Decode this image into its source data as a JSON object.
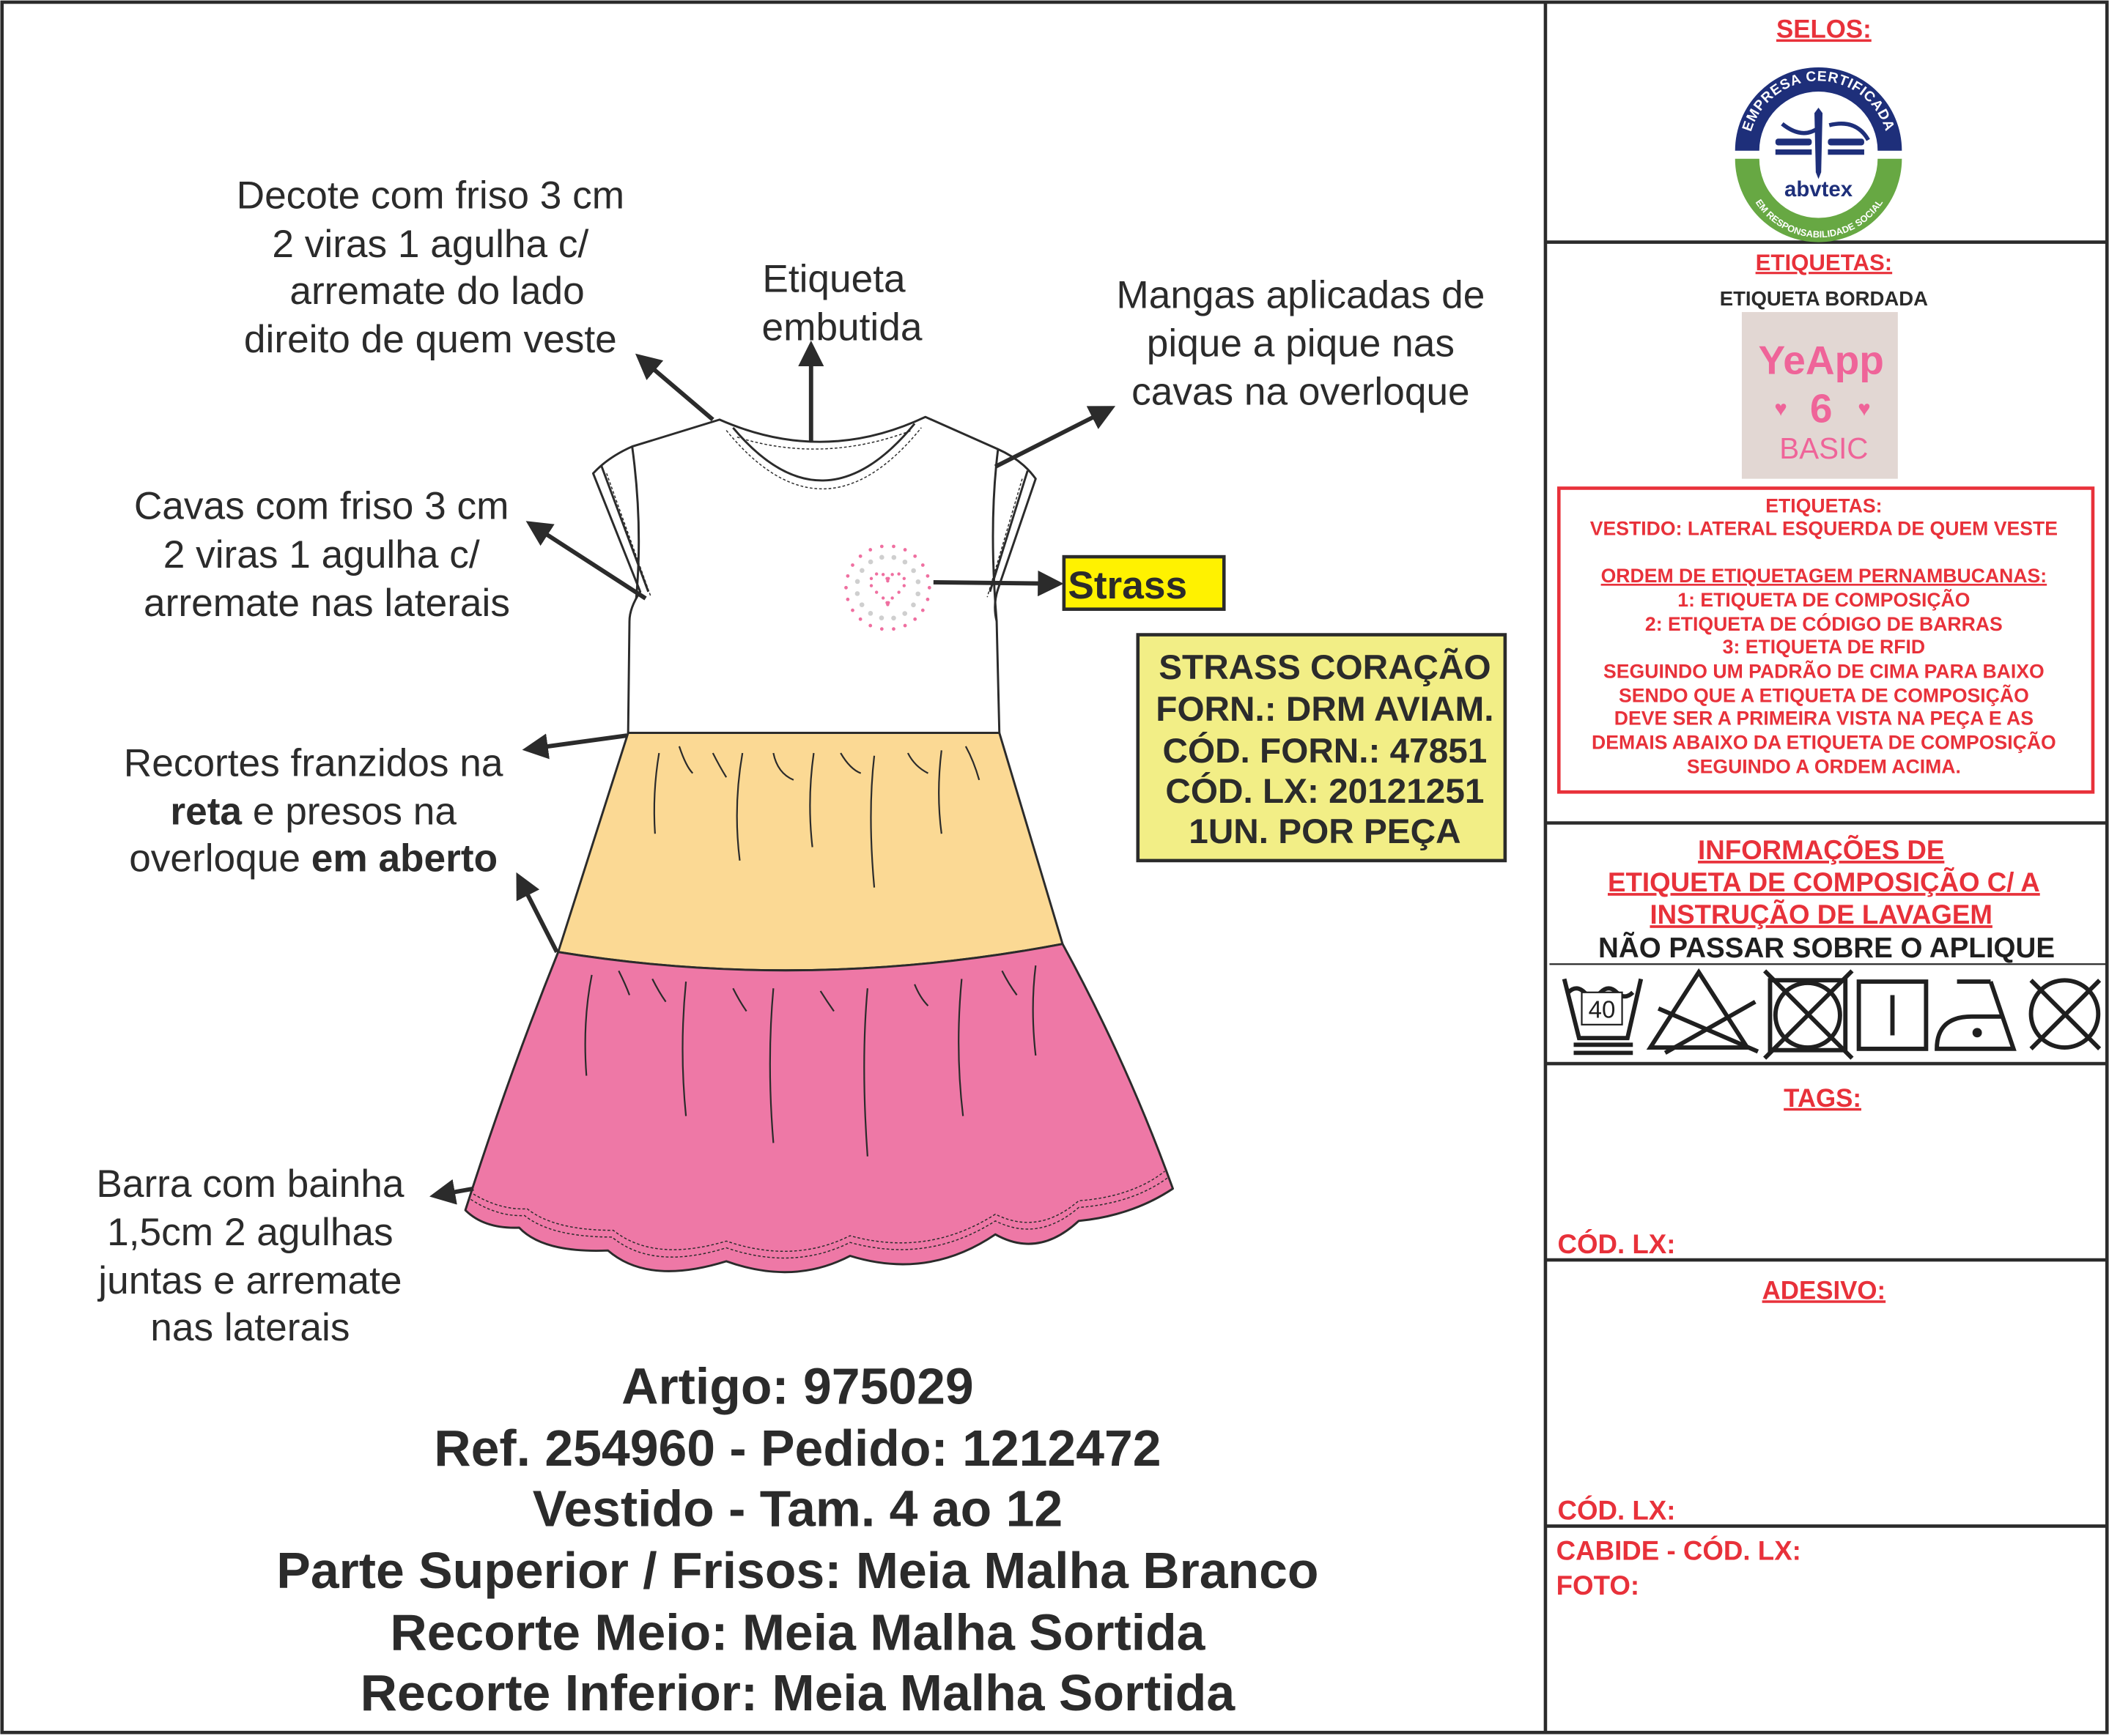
{
  "annotations": {
    "decote": [
      "Decote com friso 3 cm",
      "2 viras 1 agulha c/",
      "arremate do lado",
      "direito de quem veste"
    ],
    "etiqueta": [
      "Etiqueta",
      "embutida"
    ],
    "mangas": [
      "Mangas aplicadas de",
      "pique a pique nas",
      "cavas na overloque"
    ],
    "cavas": [
      "Cavas com friso 3 cm",
      "2 viras 1 agulha c/",
      "arremate nas laterais"
    ],
    "recortes": {
      "line1": "Recortes franzidos na",
      "line2_bold": "reta",
      "line2_rest": " e presos na",
      "line3_start": "overloque ",
      "line3_bold": "em aberto"
    },
    "barra": [
      "Barra com bainha",
      "1,5cm 2 agulhas",
      "juntas e arremate",
      "nas laterais"
    ],
    "strass_label": "Strass"
  },
  "strass_info": [
    "STRASS CORAÇÃO",
    "FORN.: DRM AVIAM.",
    "CÓD. FORN.: 47851",
    "CÓD. LX: 20121251",
    "1UN. POR PEÇA"
  ],
  "product": {
    "artigo": "Artigo: 975029",
    "ref": "Ref. 254960 - Pedido: 1212472",
    "vestido": "Vestido - Tam. 4 ao 12",
    "parte_superior": "Parte Superior / Frisos: Meia Malha Branco",
    "recorte_meio": "Recorte Meio: Meia Malha Sortida",
    "recorte_inferior": "Recorte Inferior: Meia Malha Sortida"
  },
  "panel": {
    "selos_title": "SELOS:",
    "seal": {
      "top": "EMPRESA CERTIFICADA",
      "brand": "abvtex",
      "bottom": "EM RESPONSABILIDADE SOCIAL"
    },
    "etiquetas_title": "ETIQUETAS:",
    "etiqueta_bordada": "ETIQUETA BORDADA",
    "label_art": {
      "brand": "YeApp",
      "size": "6",
      "line": "BASIC"
    },
    "label_box": [
      "ETIQUETAS:",
      "VESTIDO: LATERAL ESQUERDA DE QUEM VESTE",
      "ORDEM DE ETIQUETAGEM PERNAMBUCANAS:",
      "1: ETIQUETA DE COMPOSIÇÃO",
      "2: ETIQUETA DE CÓDIGO DE BARRAS",
      "3: ETIQUETA DE RFID",
      "SEGUINDO UM PADRÃO DE CIMA PARA BAIXO",
      "SENDO QUE A ETIQUETA DE COMPOSIÇÃO",
      "DEVE SER A PRIMEIRA VISTA NA PEÇA E AS",
      "DEMAIS ABAIXO DA ETIQUETA DE COMPOSIÇÃO",
      "SEGUINDO A ORDEM ACIMA."
    ],
    "info_title": [
      "INFORMAÇÕES DE",
      "ETIQUETA DE COMPOSIÇÃO C/ A",
      "INSTRUÇÃO DE LAVAGEM"
    ],
    "info_note": "NÃO PASSAR SOBRE O APLIQUE",
    "care_icons": [
      "wash-40-gentle-icon",
      "no-bleach-icon",
      "no-tumble-dry-icon",
      "line-dry-icon",
      "iron-low-icon",
      "no-dry-clean-icon"
    ],
    "wash_temp": "40",
    "tags_title": "TAGS:",
    "tags_cod": "CÓD. LX:",
    "adesivo_title": "ADESIVO:",
    "adesivo_cod": "CÓD. LX:",
    "cabide": "CABIDE - CÓD. LX:",
    "foto": "FOTO:"
  },
  "colors": {
    "red": "#e8313a",
    "yellow_tier": "#fbd994",
    "pink_tier": "#ee78a6",
    "strass_box": "#fff200",
    "info_box": "#f2ee86"
  }
}
